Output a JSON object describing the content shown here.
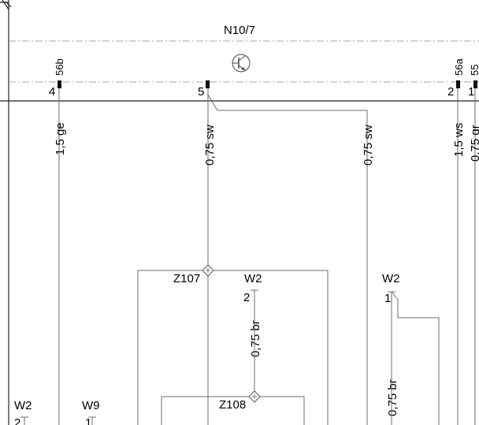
{
  "diagram": {
    "module": {
      "name": "N10/7"
    },
    "pins": [
      {
        "number": "4",
        "label": "56b"
      },
      {
        "number": "5",
        "label": ""
      },
      {
        "number": "2",
        "label": "56a"
      },
      {
        "number": "1",
        "label": "55"
      }
    ],
    "wires": [
      {
        "label": "1,5 ge"
      },
      {
        "label": "0,75 sw"
      },
      {
        "label": "0,75 sw"
      },
      {
        "label": "1,5 ws"
      },
      {
        "label": "0,75 gr"
      },
      {
        "label": "0,75 br"
      },
      {
        "label": "0,75 br"
      }
    ],
    "nodes": [
      {
        "label": "Z107"
      },
      {
        "label": "Z108"
      }
    ],
    "grounds": [
      {
        "label": "W2",
        "pin": "2"
      },
      {
        "label": "W2",
        "pin": "1"
      },
      {
        "label": "W2",
        "pin": "2"
      },
      {
        "label": "W9",
        "pin": "1"
      }
    ]
  }
}
